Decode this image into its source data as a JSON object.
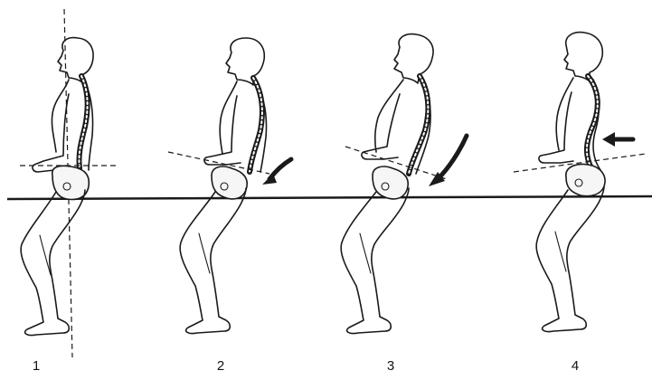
{
  "figures": [
    {
      "label": "1"
    },
    {
      "label": "2"
    },
    {
      "label": "3"
    },
    {
      "label": "4"
    }
  ],
  "colors": {
    "ink": "#1a1a1a",
    "background": "#ffffff"
  },
  "icons": [
    "arrow-down-left-icon",
    "arrow-down-left-icon",
    "arrow-left-icon"
  ]
}
